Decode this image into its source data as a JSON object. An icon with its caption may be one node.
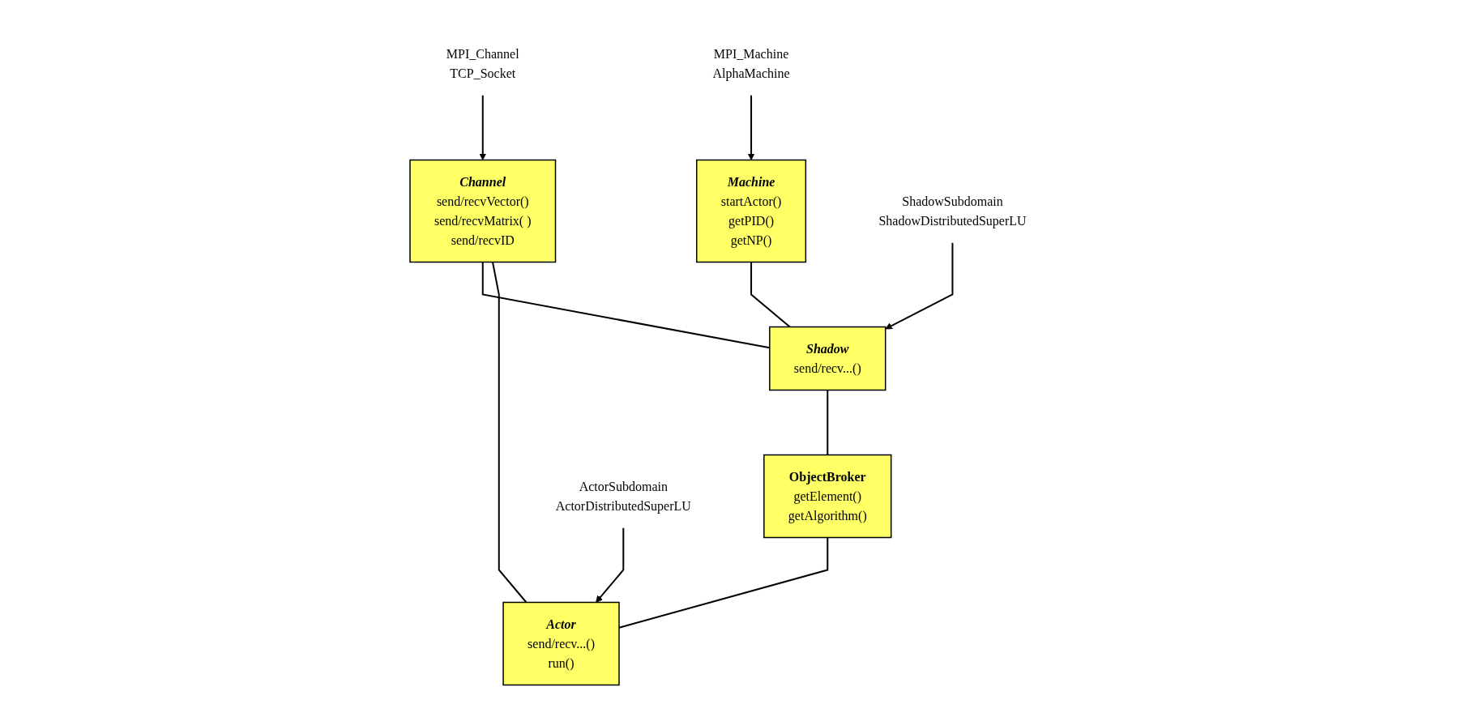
{
  "diagram": {
    "nodes": [
      {
        "text": [
          "Machine",
          "startActor()",
          "getPID()",
          "getNP()"
        ]
      },
      {
        "text": [
          "MPI_Machine",
          "AlphaMachine"
        ]
      },
      {
        "text": [
          "Channel",
          "send/recvVector()",
          "send/recvMatrix( )",
          "send/recvID"
        ]
      },
      {
        "text": [
          "MPI_Channel",
          "TCP_Socket"
        ]
      },
      {
        "text": [
          "Shadow",
          "send/recv...()"
        ]
      },
      {
        "text": [
          "ObjectBroker",
          "getElement()",
          "getAlgorithm()"
        ]
      },
      {
        "text": [
          "Actor",
          "send/recv...()",
          "run()"
        ]
      },
      {
        "text": [
          "ShadowSubdomain",
          "ShadowDistributedSuperLU"
        ]
      },
      {
        "text": [
          "ActorSubdomain",
          "ActorDistributedSuperLU"
        ]
      }
    ],
    "edges": [
      {
        "from": 1,
        "to": 0,
        "arrow": "to"
      },
      {
        "from": 3,
        "to": 2,
        "arrow": "to"
      },
      {
        "from": 7,
        "to": 4,
        "arrow": "to"
      },
      {
        "from": 8,
        "to": 6,
        "arrow": "to"
      },
      {
        "from": 0,
        "to": 4,
        "arrow": "none"
      },
      {
        "from": 2,
        "to": 4,
        "arrow": "none"
      },
      {
        "from": 2,
        "to": 6,
        "arrow": "none"
      },
      {
        "from": 4,
        "to": 5,
        "arrow": "none"
      },
      {
        "from": 5,
        "to": 6,
        "arrow": "none"
      }
    ]
  }
}
